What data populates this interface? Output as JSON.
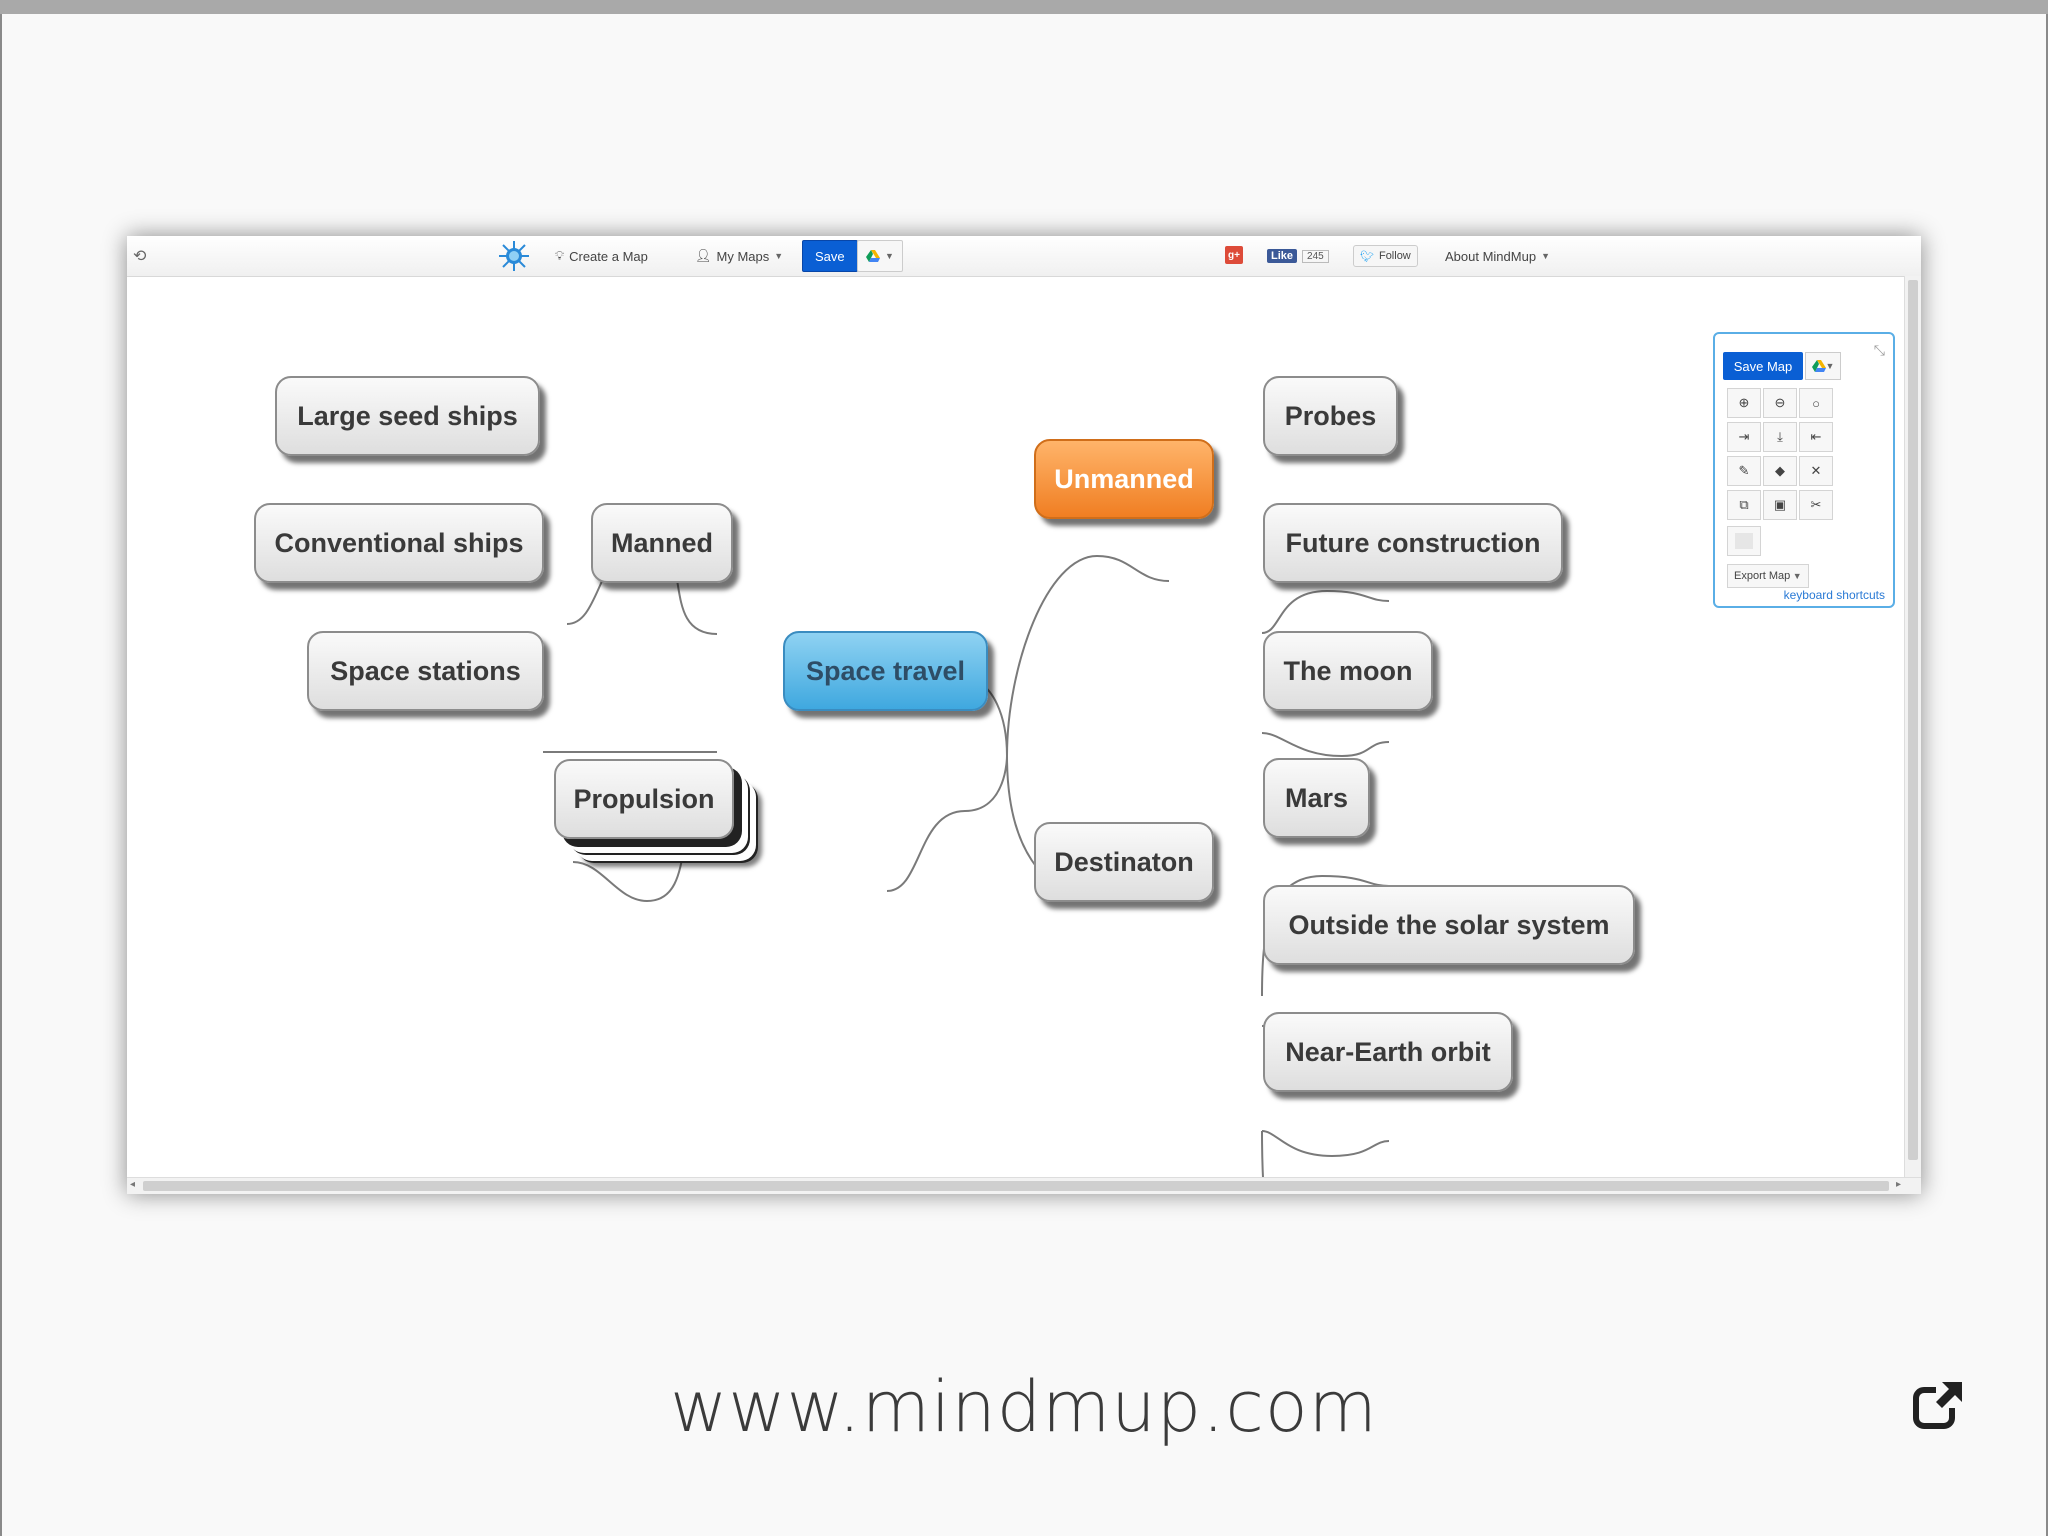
{
  "toolbar": {
    "create_map": "Create a Map",
    "my_maps": "My Maps",
    "save": "Save",
    "google_plus": "g+",
    "like": "Like",
    "like_count": "245",
    "follow": "Follow",
    "about": "About MindMup"
  },
  "mindmap": {
    "center": "Space travel",
    "nodes": {
      "manned": "Manned",
      "large_seed_ships": "Large seed ships",
      "conventional_ships": "Conventional ships",
      "space_stations": "Space stations",
      "propulsion": "Propulsion",
      "unmanned": "Unmanned",
      "probes": "Probes",
      "future_construction": "Future construction",
      "destination": "Destinaton",
      "the_moon": "The moon",
      "mars": "Mars",
      "outside_solar_system": "Outside the solar system",
      "near_earth_orbit": "Near-Earth orbit"
    }
  },
  "panel": {
    "save_map": "Save Map",
    "export_map": "Export Map",
    "keyboard_shortcuts": "keyboard shortcuts"
  },
  "footer": {
    "url": "www.mindmup.com"
  },
  "colors": {
    "center_node": "#4fb5e6",
    "unmanned_node": "#f5902f",
    "save_blue": "#0a5fd4",
    "panel_border": "#5aaee6"
  }
}
